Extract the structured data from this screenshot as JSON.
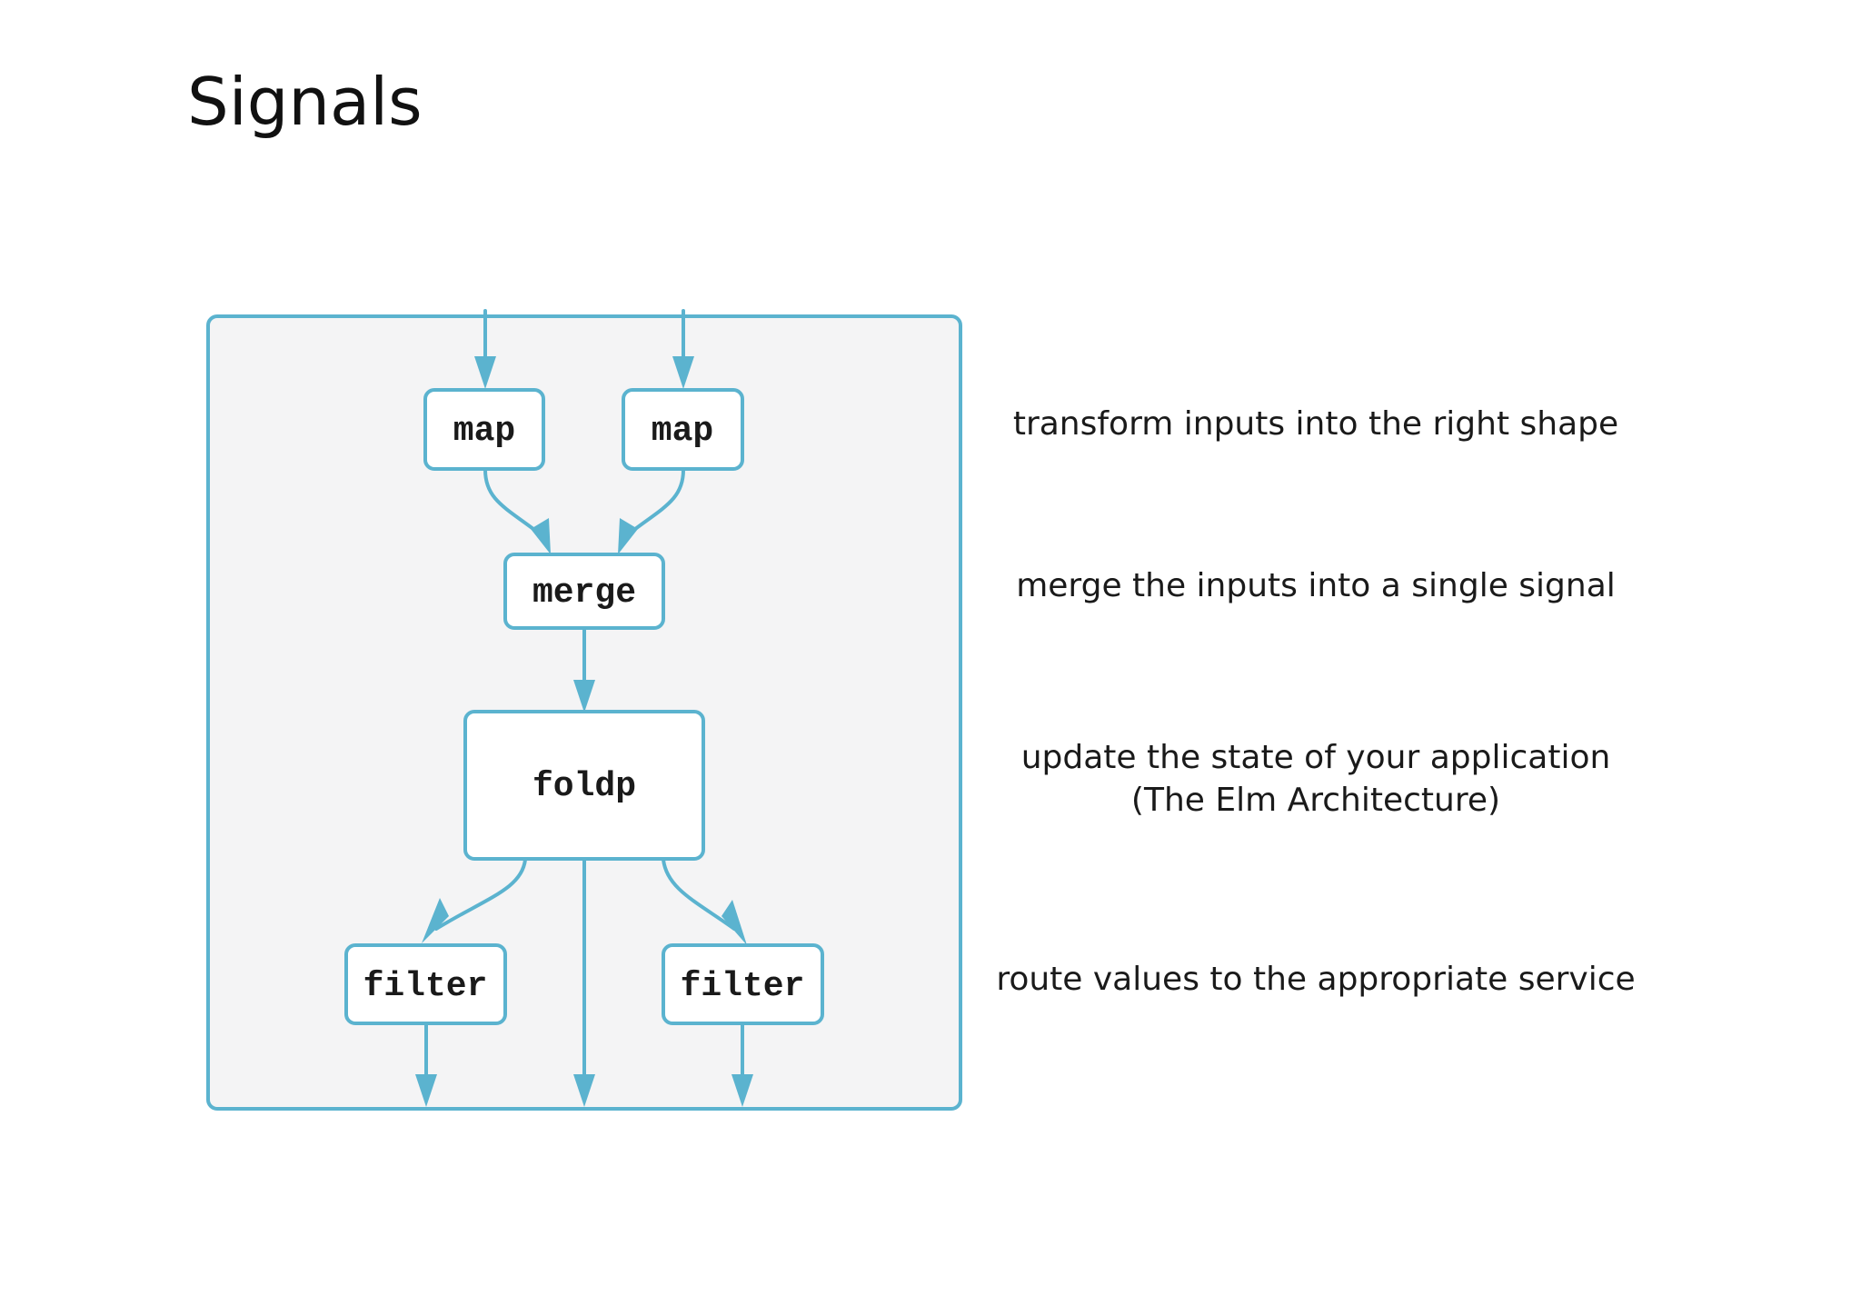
{
  "slide": {
    "title": "Signals"
  },
  "diagram": {
    "accent_color": "#5bb3cf",
    "panel_fill": "#f4f4f5",
    "nodes": {
      "map_left": "map",
      "map_right": "map",
      "merge": "merge",
      "foldp": "foldp",
      "filter_left": "filter",
      "filter_right": "filter"
    }
  },
  "descriptions": {
    "map": "transform inputs into the right shape",
    "merge": "merge the inputs into a single signal",
    "foldp_line1": "update the state of your application",
    "foldp_line2": "(The Elm Architecture)",
    "filter": "route values to the appropriate service"
  }
}
